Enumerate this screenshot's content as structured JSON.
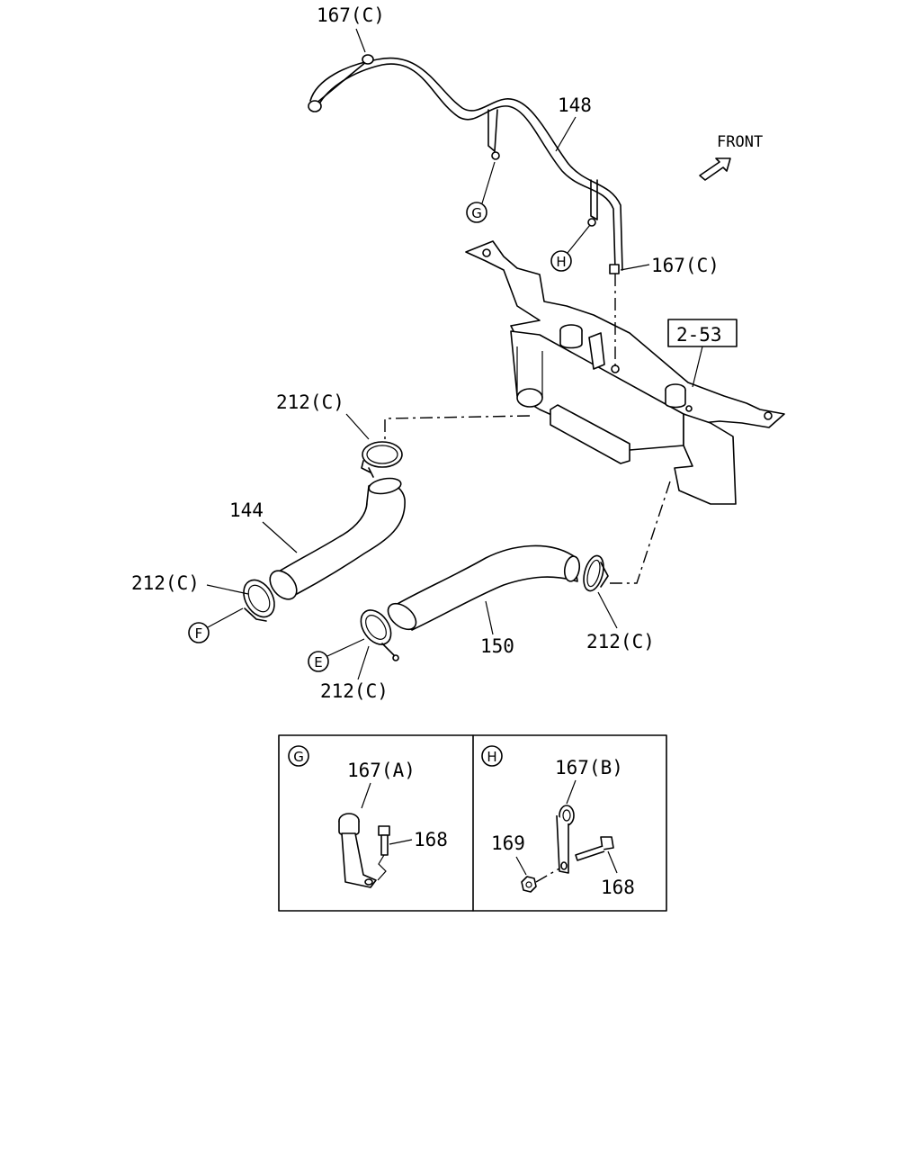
{
  "front_label": "FRONT",
  "ref_box": "2-53",
  "labels": {
    "c167_top": "167(C)",
    "p148": "148",
    "c167_right": "167(C)",
    "c212_top": "212(C)",
    "p144": "144",
    "c212_left": "212(C)",
    "p150": "150",
    "c212_right": "212(C)",
    "c212_bottom": "212(C)"
  },
  "callouts": {
    "g": "G",
    "h": "H",
    "f": "F",
    "e": "E"
  },
  "detail_g": {
    "tag": "G",
    "part_a": "167(A)",
    "bolt": "168"
  },
  "detail_h": {
    "tag": "H",
    "part_b": "167(B)",
    "nut": "169",
    "bolt": "168"
  }
}
